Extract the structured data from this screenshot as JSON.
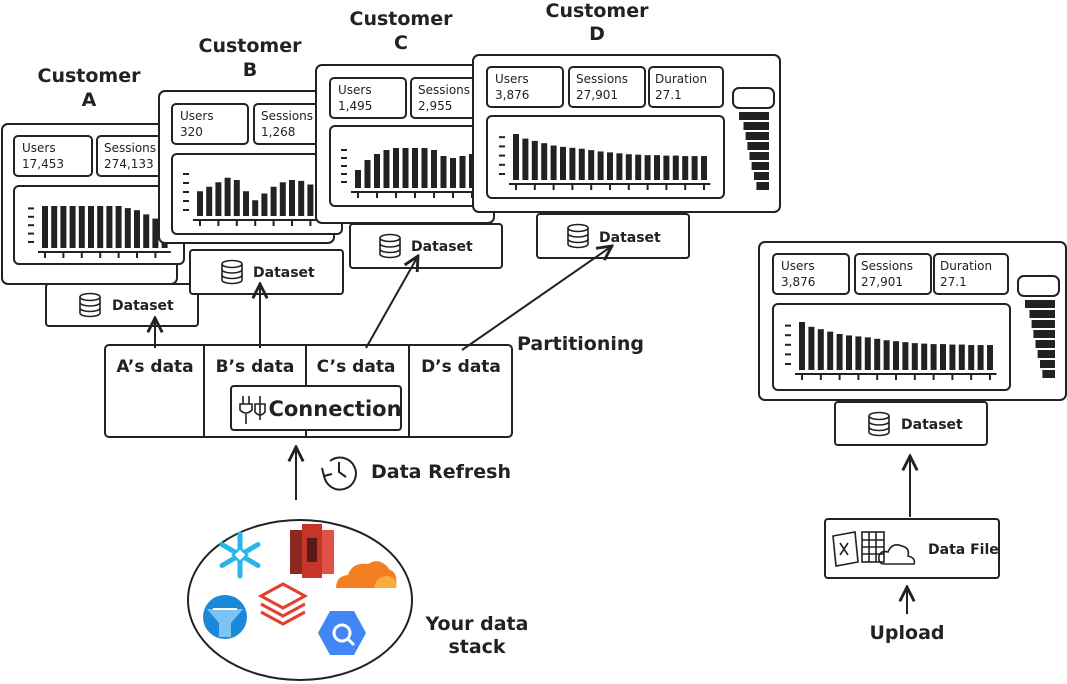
{
  "colors": {
    "ink": "#222222",
    "snowflake": "#29b5e8",
    "redshift": "#c7352a",
    "cloudflare": "#f38020",
    "databricks": "#e2412b",
    "bigquery": "#4285f4",
    "synapse": "#1e88d8"
  },
  "customers": [
    {
      "title_line1": "Customer",
      "title_line2": "A",
      "stats": [
        {
          "label": "Users",
          "value": "17,453"
        },
        {
          "label": "Sessions",
          "value": "274,133"
        }
      ],
      "bars": [
        1,
        1,
        1,
        1,
        1,
        1,
        1,
        1,
        1,
        0.95,
        0.9,
        0.8,
        0.7,
        0.6
      ],
      "dataset_label": "Dataset"
    },
    {
      "title_line1": "Customer",
      "title_line2": "B",
      "stats": [
        {
          "label": "Users",
          "value": "320"
        },
        {
          "label": "Sessions",
          "value": "1,268"
        }
      ],
      "bars": [
        0.55,
        0.65,
        0.75,
        0.85,
        0.8,
        0.55,
        0.35,
        0.5,
        0.65,
        0.75,
        0.8,
        0.78,
        0.7,
        0.5
      ],
      "dataset_label": "Dataset"
    },
    {
      "title_line1": "Customer",
      "title_line2": "C",
      "stats": [
        {
          "label": "Users",
          "value": "1,495"
        },
        {
          "label": "Sessions",
          "value": "2,955"
        }
      ],
      "bars": [
        0.45,
        0.7,
        0.85,
        0.95,
        1,
        1,
        1,
        1,
        0.95,
        0.8,
        0.75,
        0.8,
        0.85
      ],
      "dataset_label": "Dataset"
    },
    {
      "title_line1": "Customer",
      "title_line2": "D",
      "stats": [
        {
          "label": "Users",
          "value": "3,876"
        },
        {
          "label": "Sessions",
          "value": "27,901"
        },
        {
          "label": "Duration",
          "value": "27.1"
        }
      ],
      "bars": [
        1,
        0.9,
        0.85,
        0.8,
        0.75,
        0.72,
        0.7,
        0.68,
        0.65,
        0.62,
        0.6,
        0.58,
        0.56,
        0.55,
        0.54,
        0.54,
        0.53,
        0.53,
        0.52,
        0.52,
        0.52
      ],
      "funnel": [
        1,
        0.85,
        0.78,
        0.72,
        0.65,
        0.58,
        0.5,
        0.42
      ],
      "dataset_label": "Dataset"
    }
  ],
  "partitions": [
    "A’s data",
    "B’s data",
    "C’s data",
    "D’s data"
  ],
  "connection_label": "Connection",
  "partitioning_label": "Partitioning",
  "data_refresh_label": "Data Refresh",
  "data_stack_line1": "Your data",
  "data_stack_line2": "stack",
  "upload_dashboard": {
    "stats": [
      {
        "label": "Users",
        "value": "3,876"
      },
      {
        "label": "Sessions",
        "value": "27,901"
      },
      {
        "label": "Duration",
        "value": "27.1"
      }
    ],
    "bars": [
      1,
      0.9,
      0.85,
      0.8,
      0.75,
      0.72,
      0.7,
      0.68,
      0.65,
      0.62,
      0.6,
      0.58,
      0.56,
      0.55,
      0.54,
      0.54,
      0.53,
      0.53,
      0.52,
      0.52,
      0.52
    ],
    "funnel": [
      1,
      0.85,
      0.78,
      0.72,
      0.65,
      0.58,
      0.5,
      0.42
    ],
    "dataset_label": "Dataset"
  },
  "data_file_label": "Data File",
  "upload_label": "Upload"
}
